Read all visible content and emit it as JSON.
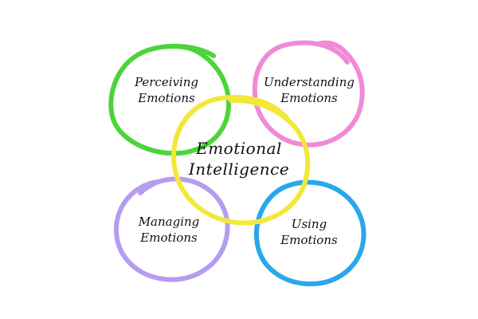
{
  "center": {
    "line1": "Emotional",
    "line2": "Intelligence",
    "color": "#f3e73a"
  },
  "nodes": [
    {
      "id": "perceiving",
      "line1": "Perceiving",
      "line2": "Emotions",
      "color": "#4cd43a"
    },
    {
      "id": "understanding",
      "line1": "Understanding",
      "line2": "Emotions",
      "color": "#f08ad8"
    },
    {
      "id": "managing",
      "line1": "Managing",
      "line2": "Emotions",
      "color": "#b59cf0"
    },
    {
      "id": "using",
      "line1": "Using",
      "line2": "Emotions",
      "color": "#2aa7ea"
    }
  ]
}
